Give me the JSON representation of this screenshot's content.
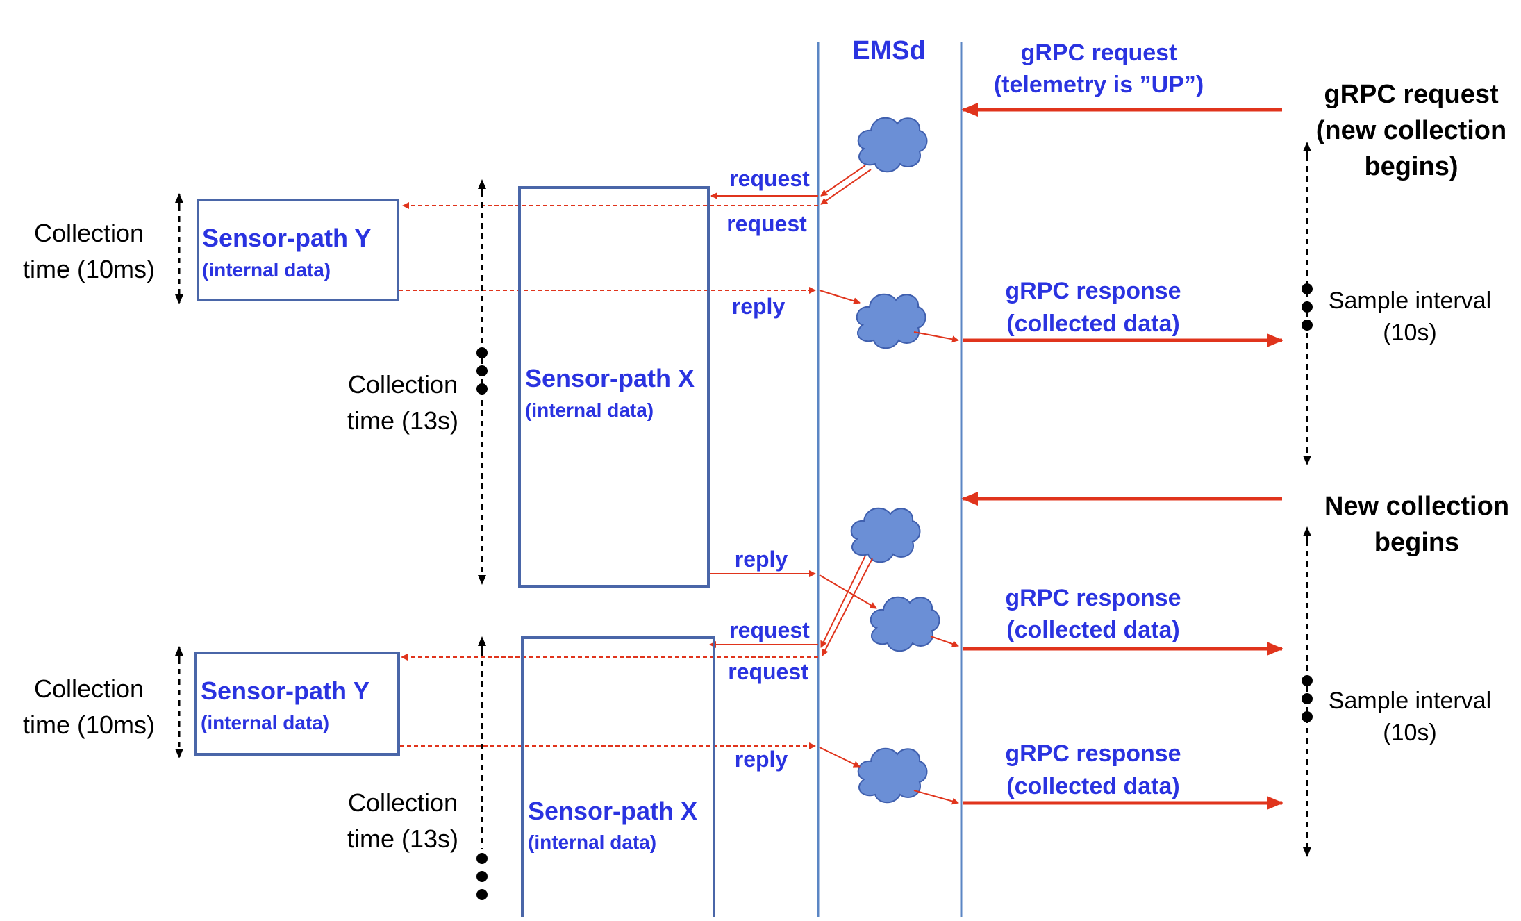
{
  "title": "EMSd",
  "grpc_request_up": {
    "line1": "gRPC request",
    "line2": "(telemetry is ”UP”)"
  },
  "right_request": {
    "line1": "gRPC request",
    "line2": "(new collection",
    "line3": "begins)"
  },
  "new_collection": {
    "line1": "New collection",
    "line2": "begins"
  },
  "grpc_response": {
    "line1": "gRPC response",
    "line2": "(collected data)"
  },
  "sample_interval": {
    "line1": "Sample interval",
    "line2": "(10s)"
  },
  "collection_ms": {
    "line1": "Collection",
    "line2": "time (10ms)"
  },
  "collection_s": {
    "line1": "Collection",
    "line2": "time (13s)"
  },
  "sensor_y": {
    "title": "Sensor-path Y",
    "sub": "(internal data)"
  },
  "sensor_x": {
    "title": "Sensor-path X",
    "sub": "(internal data)"
  },
  "labels": {
    "request": "request",
    "reply": "reply"
  },
  "colors": {
    "line": "#5b86c4",
    "box": "#4a66a8",
    "arrow": "#e0341c",
    "cloud": "#6b8fd6",
    "cloud_edge": "#3f5fae",
    "label": "#2a33e0"
  }
}
